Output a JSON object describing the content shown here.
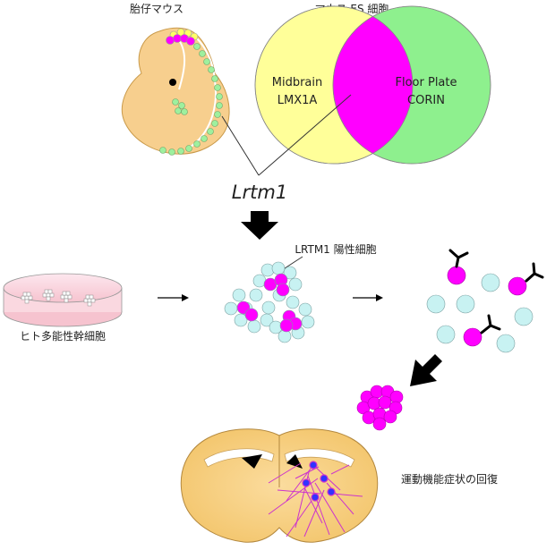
{
  "labels": {
    "embryo": "胎仔マウス",
    "es_cells": "マウス ES 細胞",
    "midbrain": "Midbrain",
    "lmx1a": "LMX1A",
    "floor_plate": "Floor Plate",
    "corin": "CORIN",
    "gene": "Lrtm1",
    "positive_cells": "LRTM1 陽性細胞",
    "ips": "ヒト多能性幹細胞",
    "recovery": "運動機能症状の回復"
  },
  "colors": {
    "venn_left": "#ffff99",
    "venn_right": "#8ef08e",
    "overlap": "#ff00ff",
    "embryo": "#f7cf8e",
    "cell_light": "#c8f2f2",
    "arrow": "#000000",
    "neuron": "#3333ff"
  }
}
